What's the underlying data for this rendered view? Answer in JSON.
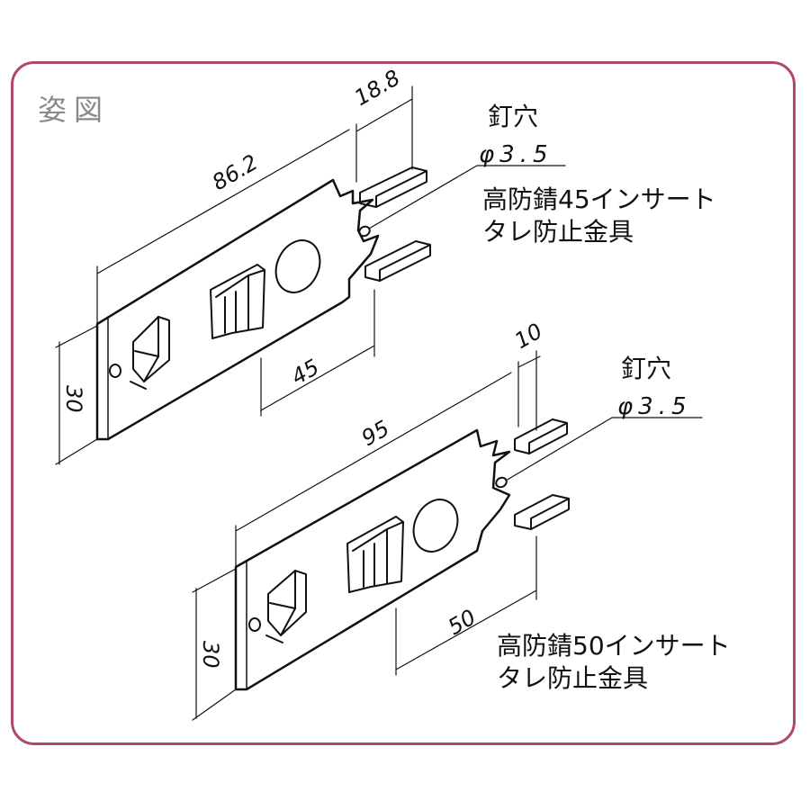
{
  "title": "姿図",
  "parts": [
    {
      "product_line1": "高防錆45インサート",
      "product_line2": "タレ防止金具",
      "nail_hole_label": "釘穴",
      "nail_hole_dim": "φ3.5",
      "dims": {
        "length": "86.2",
        "tab": "18.8",
        "height": "30",
        "offset": "45"
      }
    },
    {
      "product_line1": "高防錆50インサート",
      "product_line2": "タレ防止金具",
      "nail_hole_label": "釘穴",
      "nail_hole_dim": "φ3.5",
      "dims": {
        "length": "95",
        "tab": "10",
        "height": "30",
        "offset": "50"
      }
    }
  ],
  "colors": {
    "frame": "#b0476e",
    "title": "#8a8a8a",
    "line": "#111111"
  }
}
